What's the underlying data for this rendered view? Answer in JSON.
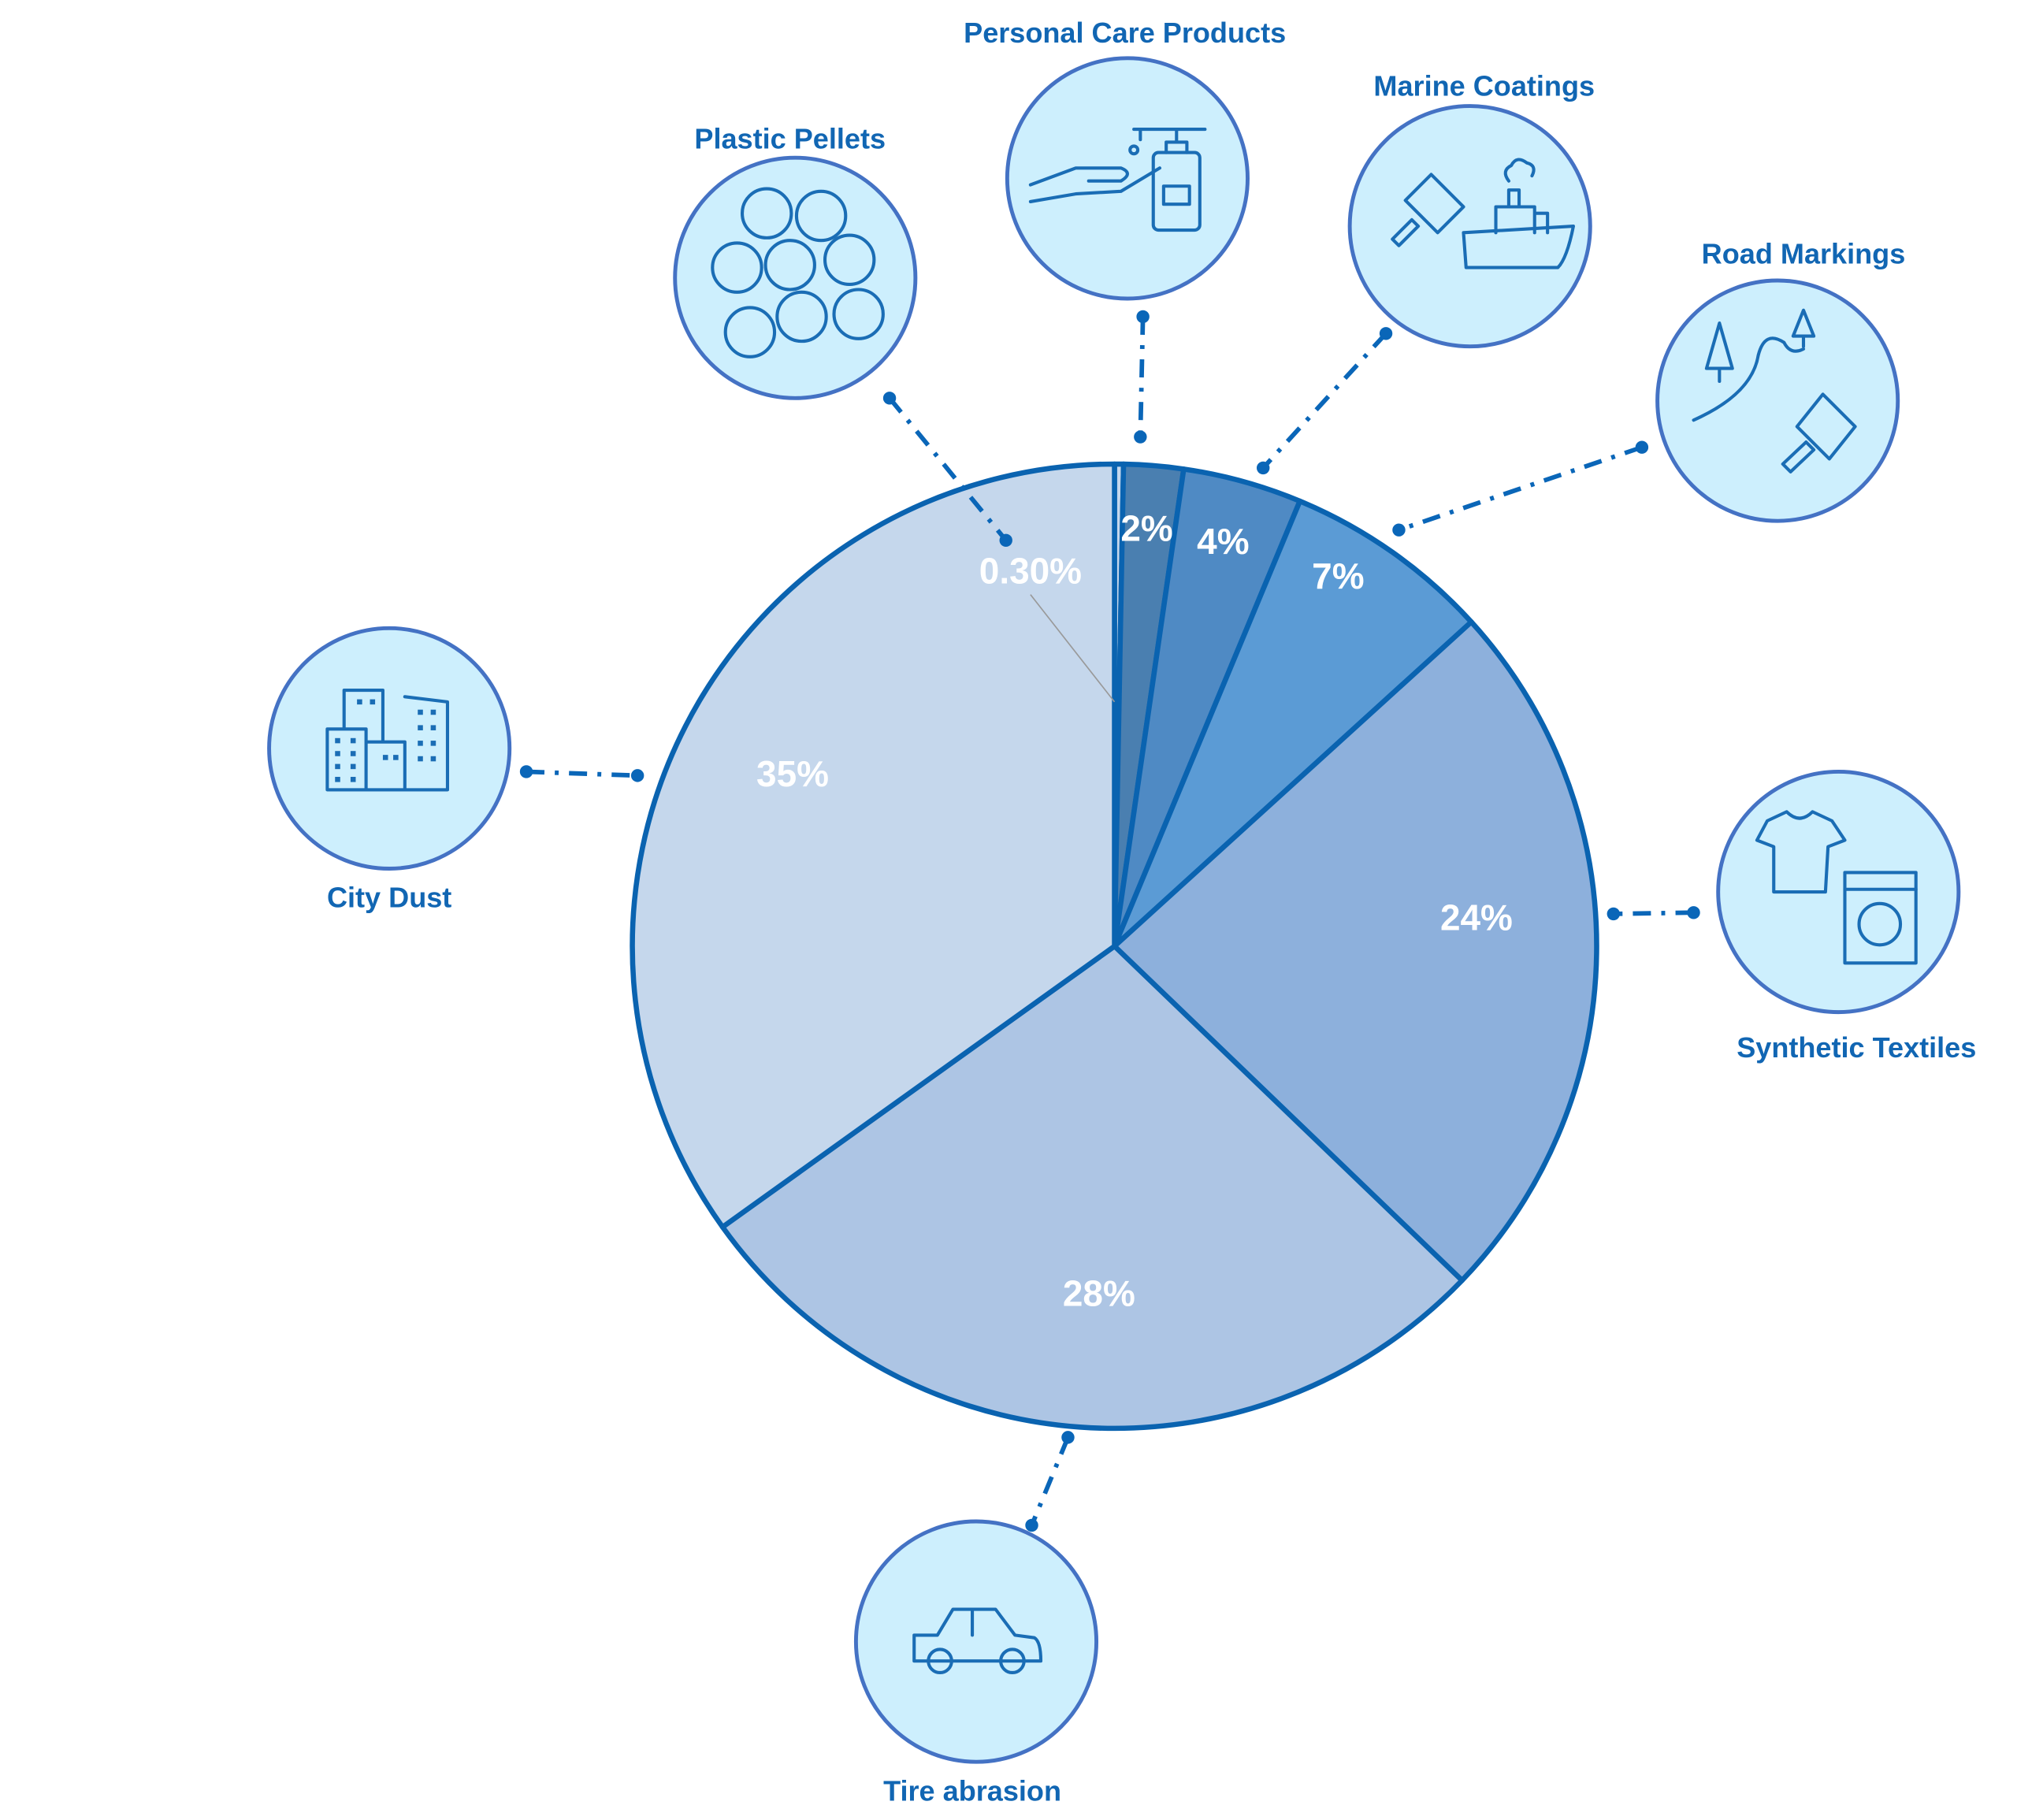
{
  "chart_data": {
    "type": "pie",
    "title": "",
    "start": "top",
    "direction": "clockwise",
    "categories": [
      "Plastic Pellets",
      "Personal Care Products",
      "Marine Coatings",
      "Road Markings",
      "Synthetic Textiles",
      "Tire abrasion",
      "City Dust"
    ],
    "values": [
      0.3,
      2,
      4,
      7,
      24,
      28,
      35
    ],
    "value_labels": [
      "0.30%",
      "2%",
      "4%",
      "7%",
      "24%",
      "28%",
      "35%"
    ],
    "colors": [
      "#c5d7ec",
      "#4a7fb0",
      "#4f8ac4",
      "#5b9bd5",
      "#8db0dc",
      "#adc5e4",
      "#c5d7ec"
    ],
    "edge_color": "#0a63b0",
    "icons": [
      "pellets-icon",
      "hand-soap-icon",
      "ship-paintbrush-icon",
      "road-trees-icon",
      "shirt-washer-icon",
      "car-icon",
      "city-buildings-icon"
    ]
  }
}
